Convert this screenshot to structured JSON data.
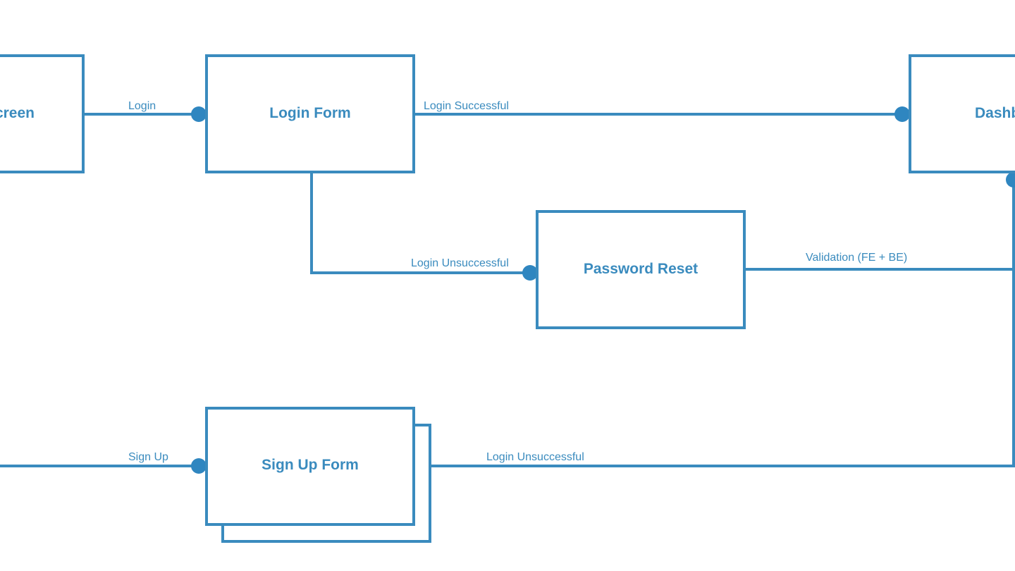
{
  "theme": {
    "stroke": "#3a8bbe",
    "dot": "#2f86c0",
    "text": "#3a8bbe",
    "background": "#ffffff"
  },
  "nodes": {
    "start_screen": "creen",
    "login_form": "Login Form",
    "dashboard": "Dashb",
    "password_reset": "Password Reset",
    "sign_up_form": "Sign Up Form"
  },
  "edges": {
    "login": "Login",
    "login_successful": "Login Successful",
    "login_unsuccessful_reset": "Login Unsuccessful",
    "validation": "Validation (FE + BE)",
    "sign_up": "Sign Up",
    "login_unsuccessful_signup": "Login Unsuccessful"
  }
}
